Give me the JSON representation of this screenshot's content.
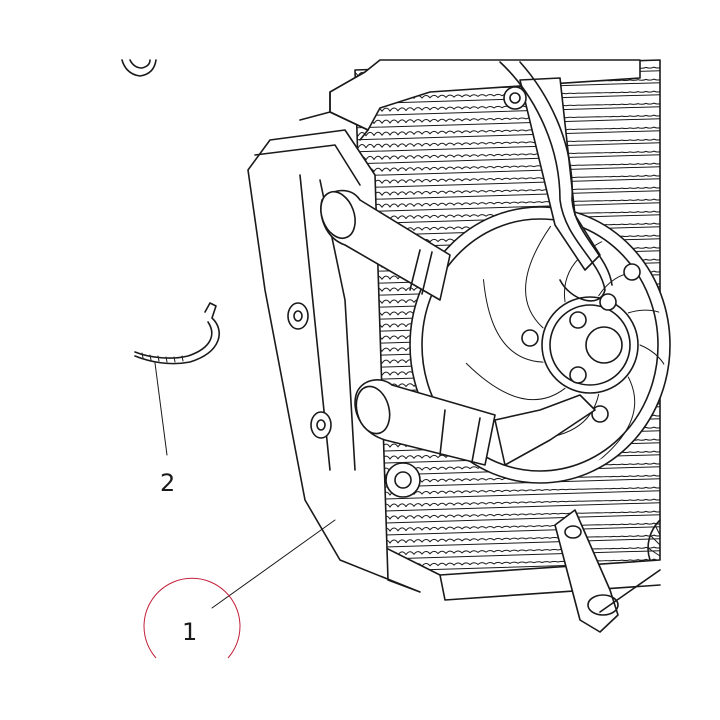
{
  "callouts": [
    {
      "label": "1",
      "part": "radiator",
      "highlighted": true
    },
    {
      "label": "2",
      "part": "cable-tie",
      "highlighted": false
    }
  ],
  "colors": {
    "line": "#1a1a1a",
    "background": "#ffffff",
    "highlight-circle": "#c2203a"
  }
}
